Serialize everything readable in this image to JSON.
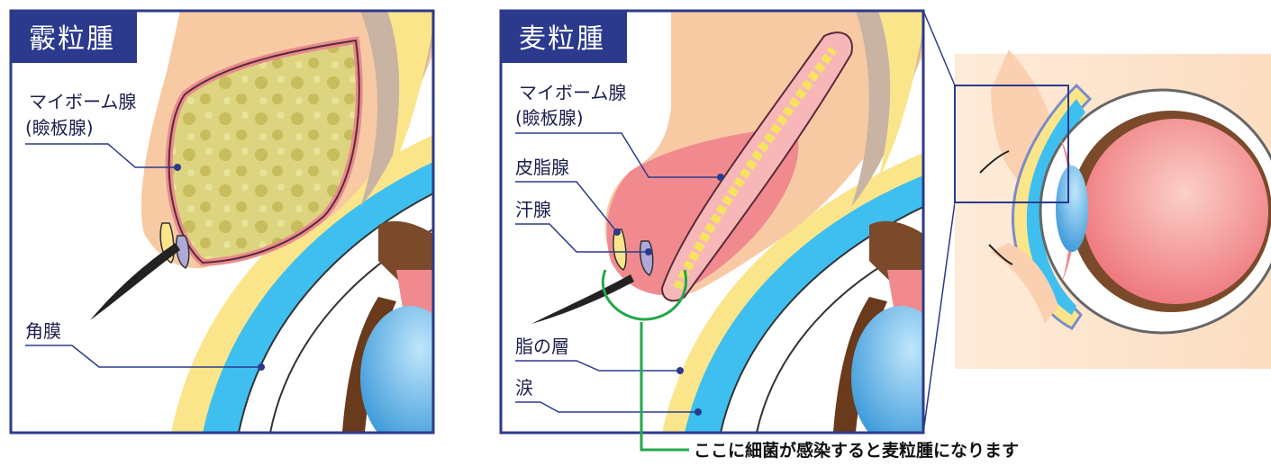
{
  "panels": {
    "left": {
      "title": "霰粒腫",
      "labels": {
        "meibomian_line1": "マイボーム腺",
        "meibomian_line2": "(瞼板腺)",
        "cornea": "角膜"
      }
    },
    "middle": {
      "title": "麦粒腫",
      "labels": {
        "meibomian_line1": "マイボーム腺",
        "meibomian_line2": "(瞼板腺)",
        "sebaceous": "皮脂腺",
        "sweat": "汗腺",
        "lipid_layer": "脂の層",
        "tears": "涙"
      }
    }
  },
  "note": "ここに細菌が感染すると麦粒腫になります",
  "colors": {
    "frame": "#2b3a8c",
    "title_bg": "#2b3a8c",
    "skin": "#f7caa4",
    "eyelid_red": "#f08a8e",
    "chalazion_yellow": "#d9d27a",
    "tear_blue": "#3fbff0",
    "lipid_yellow": "#fbe58a",
    "sclera": "#ffffff",
    "lens_blue": "#3fa9e6",
    "iris_brown": "#7a4a2a",
    "infection_green": "#22a84a"
  }
}
